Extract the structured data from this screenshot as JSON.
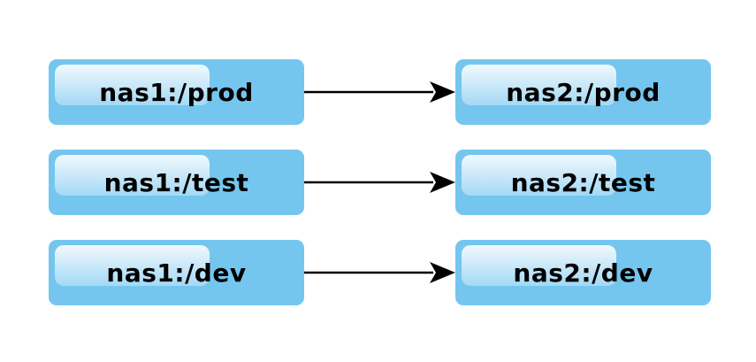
{
  "colors": {
    "node_fill": "#74c6ef",
    "gloss_top": "#f7fcff",
    "arrow": "#000000",
    "text": "#000000"
  },
  "mappings": [
    {
      "source": "nas1:/prod",
      "target": "nas2:/prod"
    },
    {
      "source": "nas1:/test",
      "target": "nas2:/test"
    },
    {
      "source": "nas1:/dev",
      "target": "nas2:/dev"
    }
  ]
}
